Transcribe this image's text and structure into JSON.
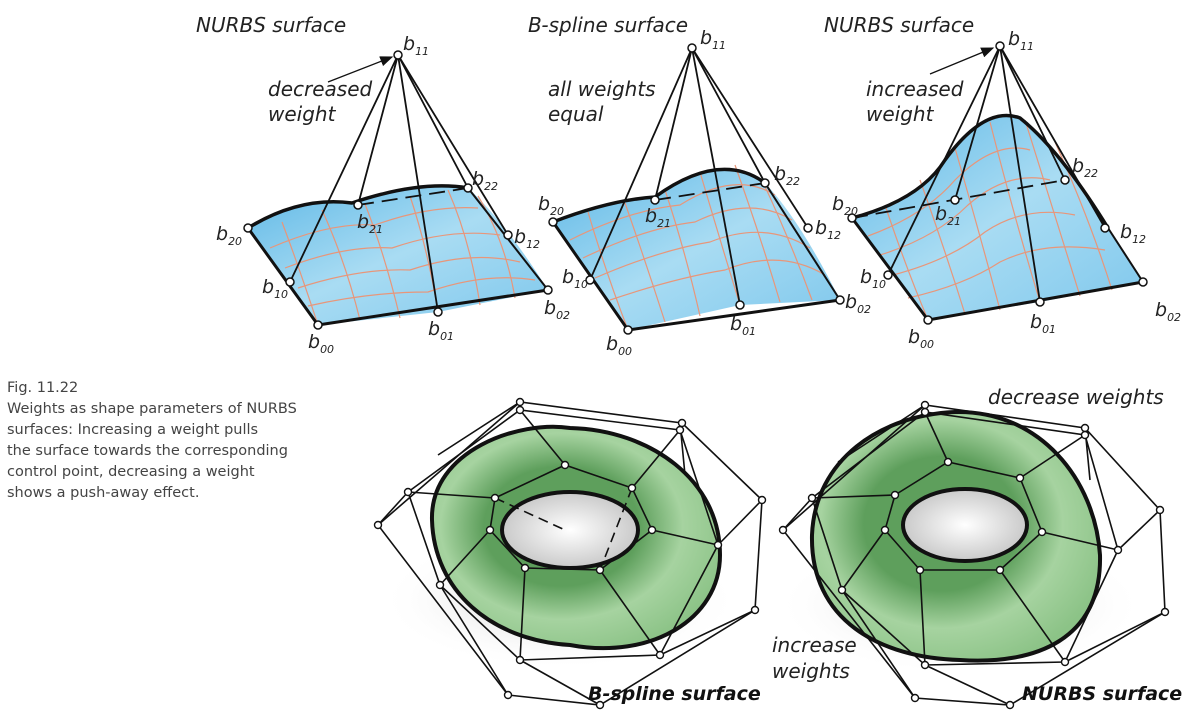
{
  "caption": {
    "fig_number": "Fig. 11.22",
    "lines": [
      "Weights as shape parameters of NURBS",
      "surfaces: Increasing a weight pulls",
      "the surface towards the corresponding",
      "control point, decreasing a weight",
      "shows a push-away effect."
    ]
  },
  "patches": [
    {
      "title": "NURBS surface",
      "note": [
        "decreased",
        "weight"
      ],
      "points": {
        "b00": "00",
        "b10": "10",
        "b20": "20",
        "b01": "01",
        "b11": "11",
        "b21": "21",
        "b02": "02",
        "b12": "12",
        "b22": "22"
      }
    },
    {
      "title": "B-spline surface",
      "note": [
        "all weights",
        "equal"
      ],
      "points": {
        "b00": "00",
        "b10": "10",
        "b20": "20",
        "b01": "01",
        "b11": "11",
        "b21": "21",
        "b02": "02",
        "b12": "12",
        "b22": "22"
      }
    },
    {
      "title": "NURBS surface",
      "note": [
        "increased",
        "weight"
      ],
      "points": {
        "b00": "00",
        "b10": "10",
        "b20": "20",
        "b01": "01",
        "b11": "11",
        "b21": "21",
        "b02": "02",
        "b12": "12",
        "b22": "22"
      }
    }
  ],
  "point_letter": "b",
  "tori": {
    "left_label": "B-spline surface",
    "right_label": "NURBS surface",
    "decrease_label": "decrease weights",
    "increase_label": [
      "increase",
      "weights"
    ]
  },
  "colors": {
    "surface_blue": "#8fd0ee",
    "surface_grid": "#e8967a",
    "torus_green": "#8fc48a",
    "outline": "#111111"
  }
}
